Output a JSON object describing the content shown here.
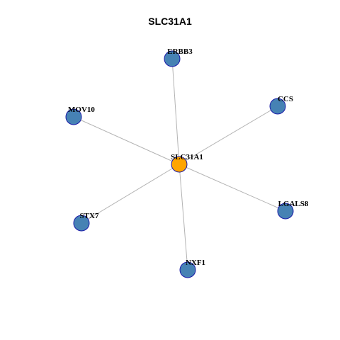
{
  "title": "SLC31A1",
  "colors": {
    "center_node_fill": "#ffa500",
    "neighbor_node_fill": "#4682b4",
    "node_border": "#1a1aa8",
    "edge": "#b3b3b3"
  },
  "network": {
    "center": "SLC31A1",
    "nodes": [
      {
        "id": "SLC31A1",
        "role": "center"
      },
      {
        "id": "ERBB3",
        "role": "neighbor"
      },
      {
        "id": "CCS",
        "role": "neighbor"
      },
      {
        "id": "MOV10",
        "role": "neighbor"
      },
      {
        "id": "LGALS8",
        "role": "neighbor"
      },
      {
        "id": "STX7",
        "role": "neighbor"
      },
      {
        "id": "NXF1",
        "role": "neighbor"
      }
    ],
    "edges": [
      [
        "SLC31A1",
        "ERBB3"
      ],
      [
        "SLC31A1",
        "CCS"
      ],
      [
        "SLC31A1",
        "MOV10"
      ],
      [
        "SLC31A1",
        "LGALS8"
      ],
      [
        "SLC31A1",
        "STX7"
      ],
      [
        "SLC31A1",
        "NXF1"
      ]
    ]
  }
}
